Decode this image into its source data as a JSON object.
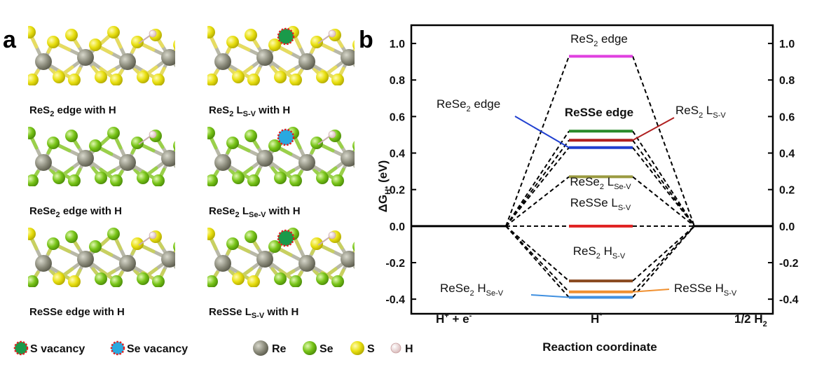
{
  "panel_a": {
    "label": "a",
    "captions": [
      {
        "main": "ReS",
        "sub": "2",
        "rest": " edge with H"
      },
      {
        "main": "ReS",
        "sub": "2",
        "mid": " L",
        "sub2": "S-V",
        "rest": " with H"
      },
      {
        "main": "ReSe",
        "sub": "2",
        "rest": " edge with H"
      },
      {
        "main": "ReSe",
        "sub": "2",
        "mid": " L",
        "sub2": "Se-V",
        "rest": " with H"
      },
      {
        "main": "ReSSe edge with H"
      },
      {
        "main": "ReSSe L",
        "sub": "S-V",
        "rest": " with H"
      }
    ],
    "legend": [
      {
        "label": "S vacancy",
        "kind": "s-vacancy",
        "color": "#1a9a4a"
      },
      {
        "label": "Se vacancy",
        "kind": "se-vacancy",
        "color": "#29a9e0"
      },
      {
        "label": "Re",
        "kind": "atom",
        "color": "#8c8c7c"
      },
      {
        "label": "Se",
        "kind": "atom",
        "color": "#7cc51a"
      },
      {
        "label": "S",
        "kind": "atom",
        "color": "#e8e020"
      },
      {
        "label": "H",
        "kind": "atom",
        "color": "#f0e0e0"
      }
    ]
  },
  "chart_data": {
    "type": "energy-diagram",
    "panel_label": "b",
    "ylabel_main": "ΔG",
    "ylabel_sub": "H*",
    "ylabel_unit": " (eV)",
    "xlabel": "Reaction coordinate",
    "ylim": [
      -0.48,
      1.1
    ],
    "yticks": [
      -0.4,
      -0.2,
      0.0,
      0.2,
      0.4,
      0.6,
      0.8,
      1.0
    ],
    "ytick_labels": [
      "-0.4",
      "-0.2",
      "0.0",
      "0.2",
      "0.4",
      "0.6",
      "0.8",
      "1.0"
    ],
    "x_labels": {
      "initial_main": "H",
      "initial_sup": "+",
      "initial_rest": " + e",
      "initial_sup2": "-",
      "intermediate_main": "H",
      "intermediate_sup": "*",
      "final_main": "1/2 H",
      "final_sub": "2"
    },
    "reference_energy": 0.0,
    "levels": [
      {
        "name": "ReS2 edge",
        "value": 0.93,
        "color": "#e040e0"
      },
      {
        "name": "ReSSe edge",
        "value": 0.52,
        "color": "#2a8a2a"
      },
      {
        "name": "ReS2 LS-V",
        "value": 0.47,
        "color": "#b02020"
      },
      {
        "name": "ReSe2 edge",
        "value": 0.43,
        "color": "#2040d0"
      },
      {
        "name": "ReSe2 LSe-V",
        "value": 0.27,
        "color": "#9a9a40"
      },
      {
        "name": "ReSSe LS-V",
        "value": 0.0,
        "color": "#e02020"
      },
      {
        "name": "ReS2 HS-V",
        "value": -0.3,
        "color": "#8a4a20"
      },
      {
        "name": "ReSSe HS-V",
        "value": -0.36,
        "color": "#f09030"
      },
      {
        "name": "ReSe2 HSe-V",
        "value": -0.39,
        "color": "#4090e0"
      }
    ],
    "annotations": {
      "res2_edge": {
        "main": "ReS",
        "sub": "2",
        "rest": " edge"
      },
      "resse_edge": {
        "main": "ReSSe edge"
      },
      "res2_lsv": {
        "main": "ReS",
        "sub": "2",
        "mid": " L",
        "sub2": "S-V"
      },
      "rese2_edge": {
        "main": "ReSe",
        "sub": "2",
        "rest": " edge"
      },
      "rese2_lsev": {
        "main": "ReSe",
        "sub": "2",
        "mid": " L",
        "sub2": "Se-V"
      },
      "resse_lsv": {
        "main": "ReSSe L",
        "sub": "S-V"
      },
      "res2_hsv": {
        "main": "ReS",
        "sub": "2",
        "mid": " H",
        "sub2": "S-V"
      },
      "rese2_hsev": {
        "main": "ReSe",
        "sub": "2",
        "mid": " H",
        "sub2": "Se-V"
      },
      "resse_hsv": {
        "main": "ReSSe H",
        "sub": "S-V"
      }
    }
  }
}
